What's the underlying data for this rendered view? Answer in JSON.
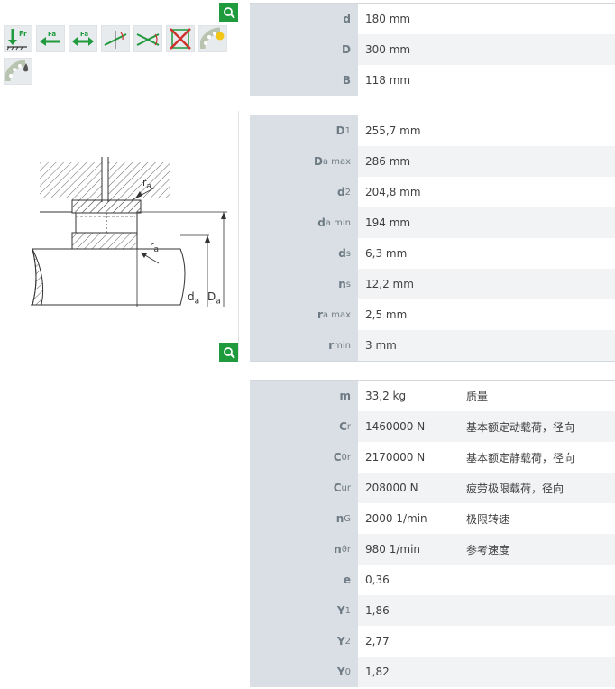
{
  "toolbar": {
    "icons": [
      "radial-load-icon",
      "axial-load-left-icon",
      "axial-load-both-icon",
      "misalignment-icon",
      "angular-misalignment-icon",
      "not-allowed-icon",
      "bearing-lubrication-icon",
      "bearing-oil-icon"
    ]
  },
  "diagram": {
    "label_ra_top": "r",
    "label_ra_top_sub": "a",
    "label_ra_bottom": "r",
    "label_ra_bottom_sub": "a",
    "label_da": "d",
    "label_da_sub": "a",
    "label_Da": "D",
    "label_Da_sub": "a"
  },
  "table1": [
    {
      "sym": "d",
      "sub": "",
      "val": "180  mm"
    },
    {
      "sym": "D",
      "sub": "",
      "val": "300  mm"
    },
    {
      "sym": "B",
      "sub": "",
      "val": "118  mm"
    }
  ],
  "table2": [
    {
      "sym": "D",
      "sub": "1",
      "val": "255,7  mm"
    },
    {
      "sym": "D",
      "sub": "a max",
      "val": "286  mm"
    },
    {
      "sym": "d",
      "sub": "2",
      "val": "204,8  mm"
    },
    {
      "sym": "d",
      "sub": "a min",
      "val": "194  mm"
    },
    {
      "sym": "d",
      "sub": "s",
      "val": "6,3  mm"
    },
    {
      "sym": "n",
      "sub": "s",
      "val": "12,2  mm"
    },
    {
      "sym": "r",
      "sub": "a max",
      "val": "2,5  mm"
    },
    {
      "sym": "r",
      "sub": "min",
      "val": "3  mm"
    }
  ],
  "table3": [
    {
      "sym": "m",
      "sub": "",
      "val": "33,2  kg",
      "desc": "质量"
    },
    {
      "sym": "C",
      "sub": "r",
      "val": "1460000  N",
      "desc": "基本额定动载荷，径向"
    },
    {
      "sym": "C",
      "sub": "0r",
      "val": "2170000  N",
      "desc": "基本额定静载荷，径向"
    },
    {
      "sym": "C",
      "sub": "ur",
      "val": "208000  N",
      "desc": "疲劳极限载荷，径向"
    },
    {
      "sym": "n",
      "sub": "G",
      "val": "2000  1/min",
      "desc": "极限转速"
    },
    {
      "sym": "n",
      "sub": "ϑr",
      "val": "980  1/min",
      "desc": "参考速度"
    },
    {
      "sym": "e",
      "sub": "",
      "val": "0,36",
      "desc": ""
    },
    {
      "sym": "Y",
      "sub": "1",
      "val": "1,86",
      "desc": ""
    },
    {
      "sym": "Y",
      "sub": "2",
      "val": "2,77",
      "desc": ""
    },
    {
      "sym": "Y",
      "sub": "0",
      "val": "1,82",
      "desc": ""
    }
  ]
}
